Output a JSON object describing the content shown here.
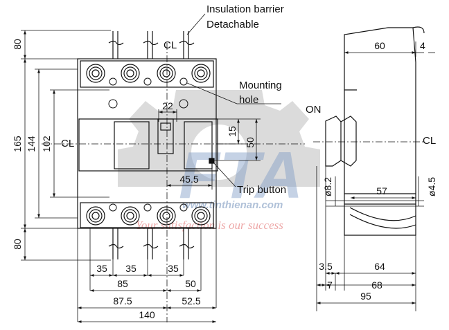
{
  "labels": {
    "insulation_barrier": "Insulation barrier",
    "detachable": "Detachable",
    "mounting": "Mounting",
    "hole": "hole",
    "on": "ON",
    "trip_button": "Trip button",
    "cl_top": "CL",
    "cl_left": "CL",
    "cl_right": "CL"
  },
  "front_dims": {
    "top_80": "80",
    "bottom_80": "80",
    "h165": "165",
    "h144": "144",
    "h102": "102",
    "d22": "22",
    "d15": "15",
    "d50v": "50",
    "d45_5": "45.5",
    "p35a": "35",
    "p35b": "35",
    "p35c": "35",
    "w85": "85",
    "w50": "50",
    "w87_5": "87.5",
    "w52_5": "52.5",
    "w140": "140"
  },
  "side_dims": {
    "s60": "60",
    "s4": "4",
    "s8_2": "ø8.2",
    "s57": "57",
    "s4_5": "ø4.5",
    "s3_5": "3.5",
    "s64": "64",
    "s7": "7",
    "s68": "68",
    "s95": "95"
  },
  "watermark": {
    "logo": "FTA",
    "url": "www.tinthienan.com",
    "slogan": "Your satisfaction is our success"
  },
  "colors": {
    "line": "#111111",
    "gear": "#b9b9b9",
    "logo": "#7f9cc6",
    "slogan": "#e88a8a"
  }
}
